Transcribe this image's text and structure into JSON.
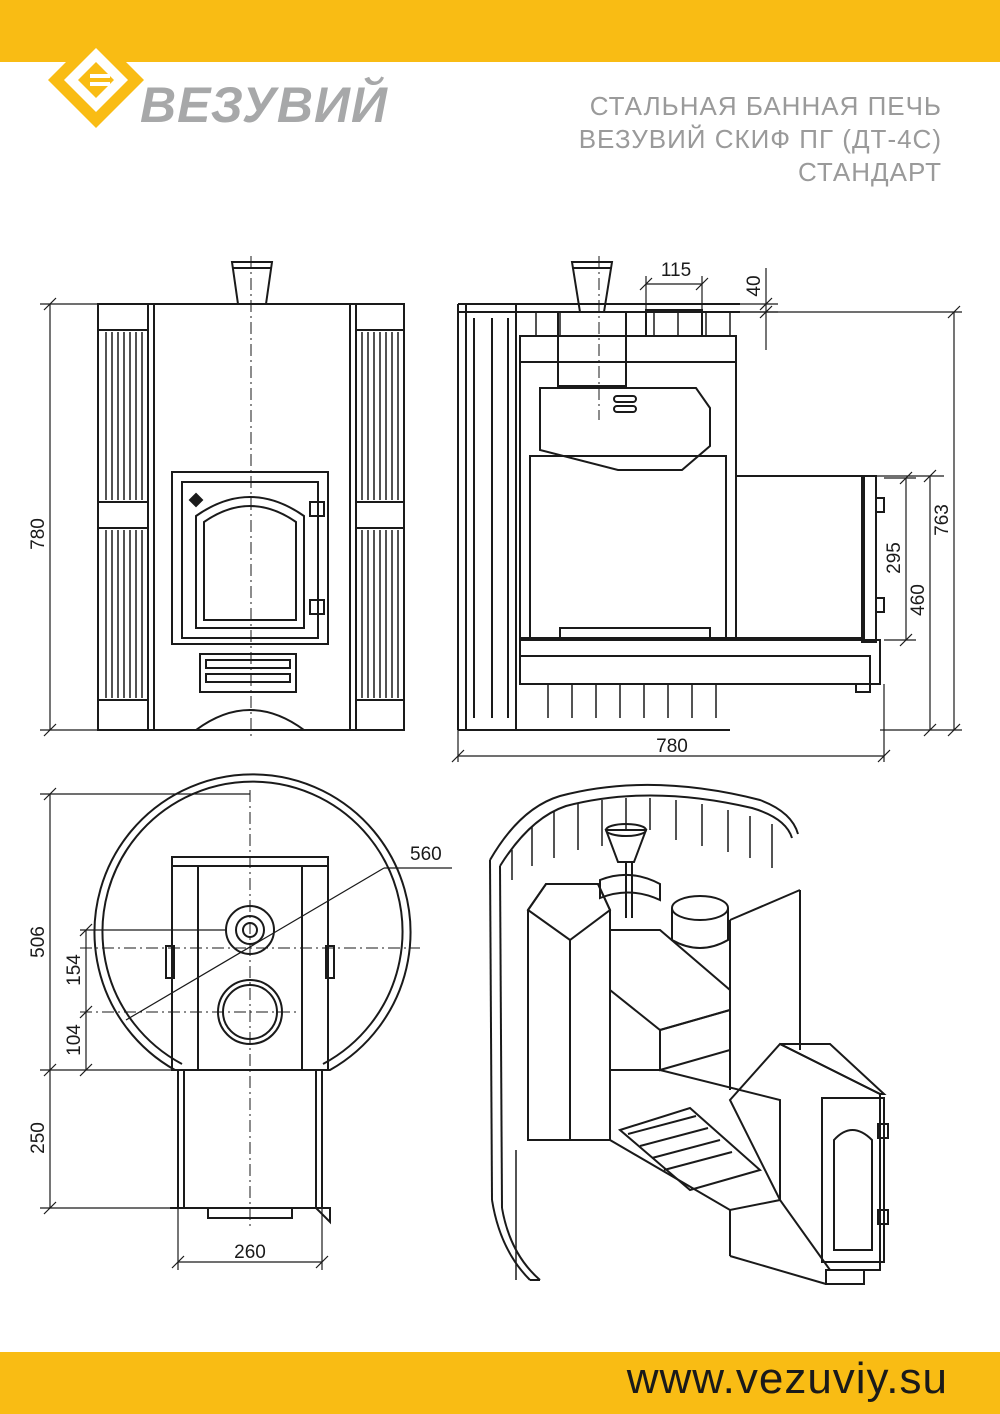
{
  "colors": {
    "accent": "#f9bc14",
    "logo_gray": "#a7a8a9",
    "title_gray": "#9a9a9a",
    "line": "#1a1a1a"
  },
  "brand": {
    "name": "ВЕЗУВИЙ"
  },
  "product": {
    "title_lines": [
      "СТАЛЬНАЯ БАННАЯ ПЕЧЬ",
      "ВЕЗУВИЙ СКИФ ПГ (ДТ-4С)",
      "СТАНДАРТ"
    ]
  },
  "dimensions": {
    "front_height": "780",
    "side_top_offset": "115",
    "side_top_height": "40",
    "side_depth": "780",
    "side_total_height": "763",
    "side_tunnel_height": "460",
    "side_door_height": "295",
    "plan_diameter": "560",
    "plan_depth": "506",
    "plan_offset_a": "154",
    "plan_offset_b": "104",
    "plan_tunnel_length": "250",
    "plan_tunnel_width": "260"
  },
  "footer": {
    "url": "www.vezuviy.su"
  }
}
